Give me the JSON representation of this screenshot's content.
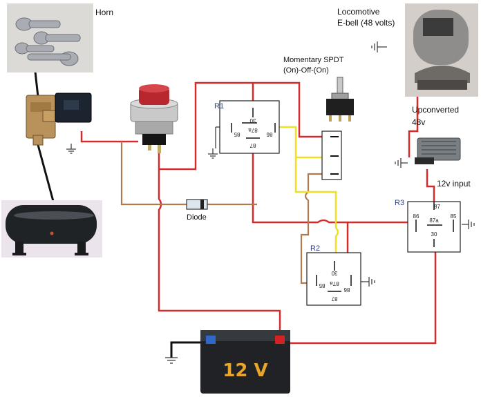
{
  "labels": {
    "horn": "Horn",
    "ebell_line1": "Locomotive",
    "ebell_line2": "E-bell (48 volts)",
    "switch_line1": "Momentary SPDT",
    "switch_line2": "(On)-Off-(On)",
    "upconverted_line1": "Upconverted",
    "upconverted_line2": "48v",
    "input_12v": "12v input",
    "diode": "Diode",
    "battery": "12 V"
  },
  "relays": [
    {
      "name": "R1",
      "pins": {
        "p30": "30",
        "p85": "85",
        "p87a": "87a",
        "p86": "86",
        "p87": "87"
      }
    },
    {
      "name": "R2",
      "pins": {
        "p30": "30",
        "p85": "85",
        "p87a": "87a",
        "p86": "86",
        "p87": "87"
      }
    },
    {
      "name": "R3",
      "pins": {
        "p87": "87",
        "p86": "86",
        "p87a": "87a",
        "p85": "85",
        "p30": "30"
      }
    }
  ],
  "colors": {
    "red_wire": "#d42a2a",
    "brown_wire": "#b07a4e",
    "yellow_wire": "#f0e020",
    "black_wire": "#111111"
  }
}
